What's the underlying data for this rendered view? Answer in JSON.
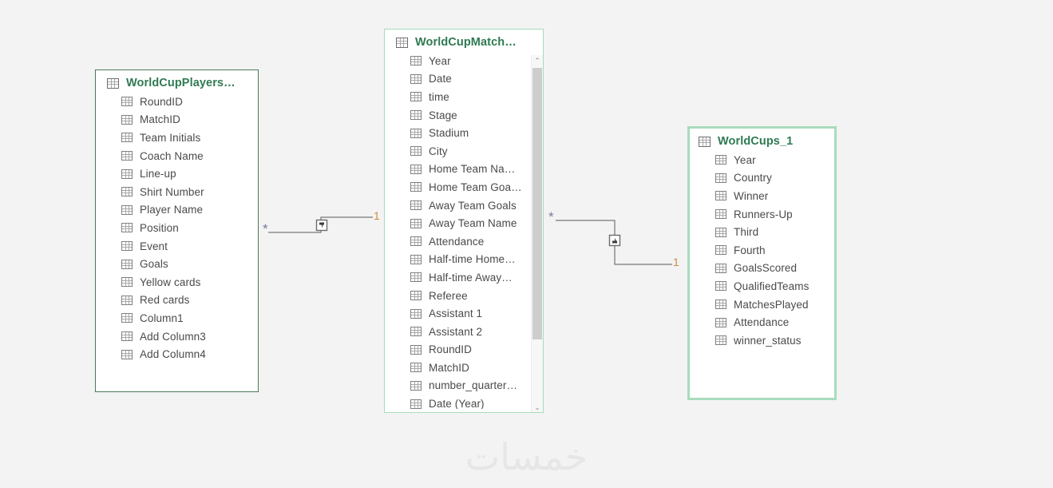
{
  "canvas": {
    "background": "#f3f3f3",
    "accent_green": "#2f7a52",
    "border_green": "#a8dcbd",
    "cardinality_color": "#d08a3b",
    "watermark": "خمسات"
  },
  "tables": [
    {
      "id": "worldcupplayers",
      "title": "WorldCupPlayers…",
      "table_icon": "table-grid-icon",
      "selected": false,
      "has_scrollbar": false,
      "fields": [
        {
          "label": "RoundID",
          "icon": "column-grid-icon"
        },
        {
          "label": "MatchID",
          "icon": "column-grid-icon"
        },
        {
          "label": "Team Initials",
          "icon": "column-grid-icon"
        },
        {
          "label": "Coach Name",
          "icon": "column-grid-icon"
        },
        {
          "label": "Line-up",
          "icon": "column-grid-icon"
        },
        {
          "label": "Shirt Number",
          "icon": "column-grid-icon"
        },
        {
          "label": "Player Name",
          "icon": "column-grid-icon"
        },
        {
          "label": "Position",
          "icon": "column-grid-icon"
        },
        {
          "label": "Event",
          "icon": "column-grid-icon"
        },
        {
          "label": "Goals",
          "icon": "column-grid-icon"
        },
        {
          "label": "Yellow cards",
          "icon": "column-grid-icon"
        },
        {
          "label": "Red cards",
          "icon": "column-grid-icon"
        },
        {
          "label": "Column1",
          "icon": "column-grid-icon"
        },
        {
          "label": "Add Column3",
          "icon": "column-grid-icon"
        },
        {
          "label": "Add Column4",
          "icon": "column-grid-icon"
        }
      ]
    },
    {
      "id": "worldcupmatches",
      "title": "WorldCupMatch…",
      "table_icon": "table-grid-icon",
      "selected": false,
      "has_scrollbar": true,
      "scrollbar": {
        "up_arrow": "⌃",
        "down_arrow": "⌄",
        "thumb_percent": 80
      },
      "fields": [
        {
          "label": "Year",
          "icon": "column-grid-icon"
        },
        {
          "label": "Date",
          "icon": "column-grid-icon"
        },
        {
          "label": "time",
          "icon": "column-grid-icon"
        },
        {
          "label": "Stage",
          "icon": "column-grid-icon"
        },
        {
          "label": "Stadium",
          "icon": "column-grid-icon"
        },
        {
          "label": "City",
          "icon": "column-grid-icon"
        },
        {
          "label": "Home Team Na…",
          "icon": "column-grid-icon"
        },
        {
          "label": "Home Team Goa…",
          "icon": "column-grid-icon"
        },
        {
          "label": "Away Team Goals",
          "icon": "column-grid-icon"
        },
        {
          "label": "Away Team Name",
          "icon": "column-grid-icon"
        },
        {
          "label": "Attendance",
          "icon": "column-grid-icon"
        },
        {
          "label": "Half-time Home…",
          "icon": "column-grid-icon"
        },
        {
          "label": "Half-time Away…",
          "icon": "column-grid-icon"
        },
        {
          "label": "Referee",
          "icon": "column-grid-icon"
        },
        {
          "label": "Assistant 1",
          "icon": "column-grid-icon"
        },
        {
          "label": "Assistant 2",
          "icon": "column-grid-icon"
        },
        {
          "label": "RoundID",
          "icon": "column-grid-icon"
        },
        {
          "label": "MatchID",
          "icon": "column-grid-icon"
        },
        {
          "label": "number_quarter…",
          "icon": "column-grid-icon"
        },
        {
          "label": "Date (Year)",
          "icon": "column-grid-icon"
        }
      ]
    },
    {
      "id": "worldcups_1",
      "title": "WorldCups_1",
      "table_icon": "table-grid-icon",
      "selected": true,
      "has_scrollbar": false,
      "fields": [
        {
          "label": "Year",
          "icon": "column-grid-icon"
        },
        {
          "label": "Country",
          "icon": "column-grid-icon"
        },
        {
          "label": "Winner",
          "icon": "column-grid-icon"
        },
        {
          "label": "Runners-Up",
          "icon": "column-grid-icon"
        },
        {
          "label": "Third",
          "icon": "column-grid-icon"
        },
        {
          "label": "Fourth",
          "icon": "column-grid-icon"
        },
        {
          "label": "GoalsScored",
          "icon": "column-grid-icon"
        },
        {
          "label": "QualifiedTeams",
          "icon": "column-grid-icon"
        },
        {
          "label": "MatchesPlayed",
          "icon": "column-grid-icon"
        },
        {
          "label": "Attendance",
          "icon": "column-grid-icon"
        },
        {
          "label": "winner_status",
          "icon": "column-grid-icon"
        }
      ]
    }
  ],
  "relationships": [
    {
      "id": "players-to-matches",
      "from_table": "worldcupplayers",
      "to_table": "worldcupmatches",
      "from_cardinality": "*",
      "to_cardinality": "1",
      "filter_direction": "down",
      "filter_icon": "cross-filter-down-icon"
    },
    {
      "id": "matches-to-worldcups",
      "from_table": "worldcupmatches",
      "to_table": "worldcups_1",
      "from_cardinality": "*",
      "to_cardinality": "1",
      "filter_direction": "up",
      "filter_icon": "cross-filter-up-icon"
    }
  ]
}
